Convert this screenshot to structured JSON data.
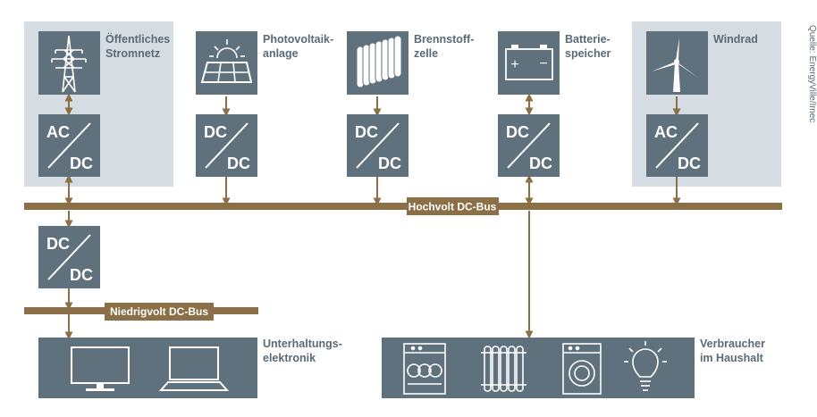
{
  "source_note": "Quelle: EnergyVille/Imec",
  "colors": {
    "box": "#5f717c",
    "group_bg": "#d6dde2",
    "bus": "#8b6f47",
    "text": "#5a6b76",
    "icon": "#ffffff"
  },
  "sources": {
    "grid": {
      "label_line1": "Öffentliches",
      "label_line2": "Stromnetz",
      "icon": "power-pylon-icon"
    },
    "pv": {
      "label_line1": "Photovoltaik-",
      "label_line2": "anlage",
      "icon": "solar-panel-icon"
    },
    "fuelcell": {
      "label_line1": "Brennstoff-",
      "label_line2": "zelle",
      "icon": "fuel-cell-icon"
    },
    "battery": {
      "label_line1": "Batterie-",
      "label_line2": "speicher",
      "icon": "battery-icon",
      "plus": "+",
      "minus": "−"
    },
    "wind": {
      "label_line1": "Windrad",
      "icon": "wind-turbine-icon"
    }
  },
  "converters": {
    "grid": {
      "top": "AC",
      "bottom": "DC"
    },
    "pv": {
      "top": "DC",
      "bottom": "DC"
    },
    "fuelcell": {
      "top": "DC",
      "bottom": "DC"
    },
    "battery": {
      "top": "DC",
      "bottom": "DC"
    },
    "wind": {
      "top": "AC",
      "bottom": "DC"
    },
    "low": {
      "top": "DC",
      "bottom": "DC"
    }
  },
  "buses": {
    "high": "Hochvolt DC-Bus",
    "low": "Niedrigvolt DC-Bus"
  },
  "consumers": {
    "electronics": {
      "label_line1": "Unterhaltungs-",
      "label_line2": "elektronik",
      "icons": [
        "monitor-icon",
        "laptop-icon"
      ]
    },
    "household": {
      "label_line1": "Verbraucher",
      "label_line2": "im Haushalt",
      "icons": [
        "dishwasher-icon",
        "radiator-icon",
        "washing-machine-icon",
        "light-bulb-icon"
      ]
    }
  }
}
